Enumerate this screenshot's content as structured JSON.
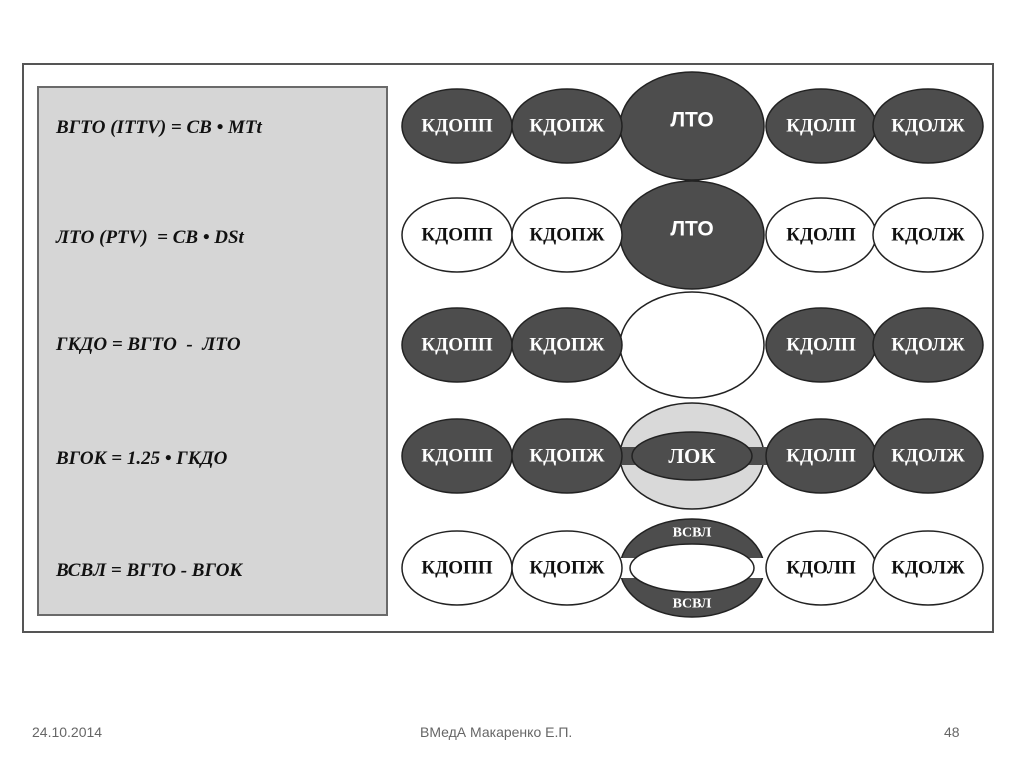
{
  "formulas": [
    "ВГТО (ITTV) = СВ • MTt",
    "ЛТО (PTV)  = СВ • DSt",
    "ГКДО = ВГТО  -  ЛТО",
    "ВГОК = 1.25 • ГКДО",
    "ВСВЛ = ВГТО - ВГОК"
  ],
  "labels": {
    "kdopp": "КДОПП",
    "kdopzh": "КДОПЖ",
    "kdolp": "КДОЛП",
    "kdolzh": "КДОЛЖ",
    "lto": "ЛТО",
    "lok": "ЛОК",
    "vsvl": "ВСВЛ"
  },
  "rows": [
    {
      "side_fill": "dark",
      "center": "lto-dark"
    },
    {
      "side_fill": "light",
      "center": "lto-dark"
    },
    {
      "side_fill": "dark",
      "center": "empty"
    },
    {
      "side_fill": "dark",
      "center": "lok"
    },
    {
      "side_fill": "light",
      "center": "vsvl"
    }
  ],
  "colors": {
    "dark": "#4d4d4d",
    "light": "#ffffff",
    "halo": "#d9d9d9",
    "outline": "#222222"
  },
  "footer": {
    "date": "24.10.2014",
    "author": "ВМедА Макаренко Е.П.",
    "page": "48"
  }
}
